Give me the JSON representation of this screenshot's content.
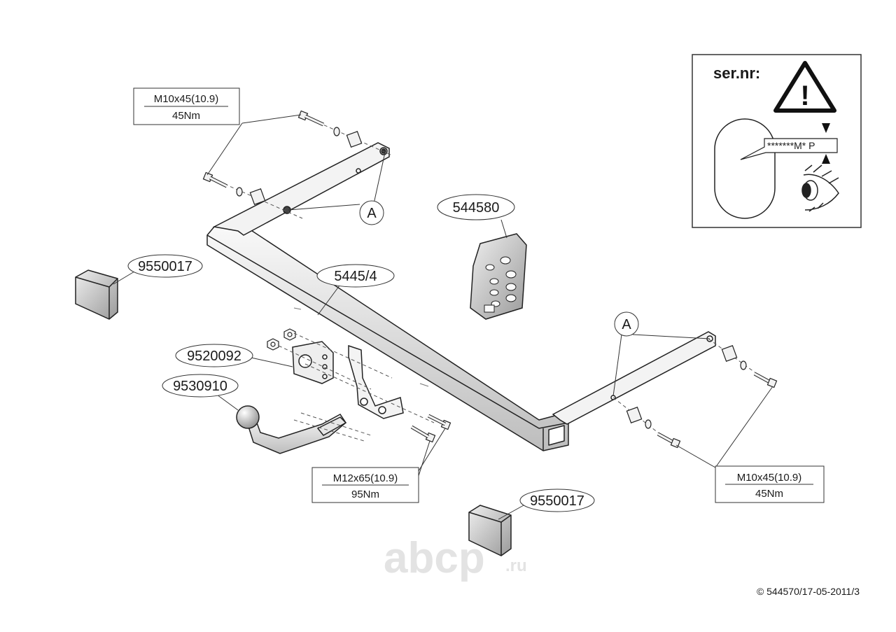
{
  "parts": {
    "bar": "5445/4",
    "electric_kit": "544580",
    "socket_plate": "9520092",
    "ball": "9530910",
    "cover_left": "9550017",
    "cover_bottom": "9550017"
  },
  "markers": {
    "left": "A",
    "right": "A"
  },
  "specs": {
    "top_left": {
      "bolt": "M10x45(10.9)",
      "torque": "45Nm"
    },
    "bottom_center": {
      "bolt": "M12x65(10.9)",
      "torque": "95Nm"
    },
    "bottom_right": {
      "bolt": "M10x45(10.9)",
      "torque": "45Nm"
    }
  },
  "serial_box": {
    "label": "ser.nr:",
    "code": "*******M* P",
    "warning_mark": "!",
    "icons": [
      "warning-triangle-icon",
      "eye-icon"
    ]
  },
  "watermark": {
    "brand": "abcp",
    "suffix": ".ru"
  },
  "footer": {
    "copyright": "© 544570/17-05-2011/3"
  }
}
